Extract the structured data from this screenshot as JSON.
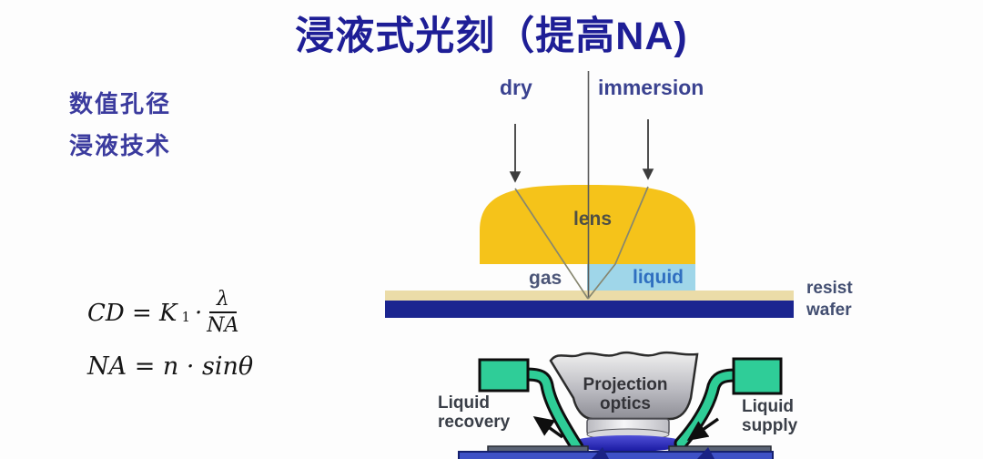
{
  "slide": {
    "title": "浸液式光刻（提高NA)"
  },
  "left_panel": {
    "term1": "数值孔径",
    "term2": "浸液技术",
    "formula_cd": {
      "lead": "CD = K",
      "sub": "1",
      "dot": "·",
      "numerator": "λ",
      "denominator": "NA"
    },
    "formula_na": "NA = n · sinθ"
  },
  "top_diagram": {
    "dry_label": "dry",
    "immersion_label": "immersion",
    "lens_label": "lens",
    "gas_label": "gas",
    "liquid_label": "liquid",
    "resist_label": "resist",
    "wafer_label": "wafer"
  },
  "bottom_diagram": {
    "projection_line1": "Projection",
    "projection_line2": "optics",
    "recovery_line1": "Liquid",
    "recovery_line2": "recovery",
    "supply_line1": "Liquid",
    "supply_line2": "supply"
  },
  "colors": {
    "title_text": "#1e1e96",
    "cjk_text": "#3b3b9e",
    "lens_yellow": "#F5C31A",
    "liquid_blue": "#9FD6E9",
    "resist_tan": "#EBDCA8",
    "wafer_navy": "#1B2590",
    "pipe_green": "#2ECC96",
    "stage_blue": "#3E51C6"
  }
}
